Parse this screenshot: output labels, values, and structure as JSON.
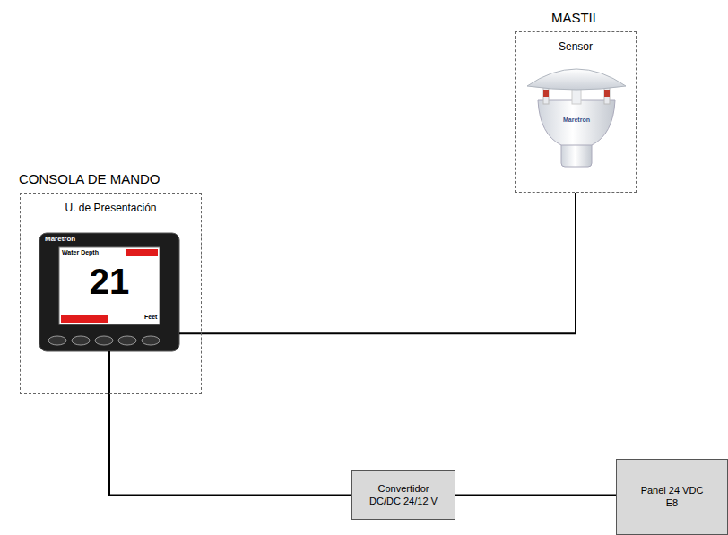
{
  "diagram": {
    "nodes": [
      {
        "text": [
          "CONSOLA DE MANDO",
          "U. de Presentación"
        ]
      },
      {
        "text": [
          "MASTIL",
          "Sensor"
        ]
      },
      {
        "text": [
          "Convertidor DC/DC 24/12 V"
        ]
      },
      {
        "text": [
          "Panel 24 VDC E8"
        ]
      }
    ],
    "edges": [
      {
        "from": 0,
        "to": 1,
        "arrow": "none"
      },
      {
        "from": 0,
        "to": 2,
        "arrow": "none"
      },
      {
        "from": 2,
        "to": 3,
        "arrow": "none"
      }
    ],
    "labels": [
      "Maretron",
      "Water Depth",
      "21",
      "Feet",
      "Maretron"
    ]
  }
}
